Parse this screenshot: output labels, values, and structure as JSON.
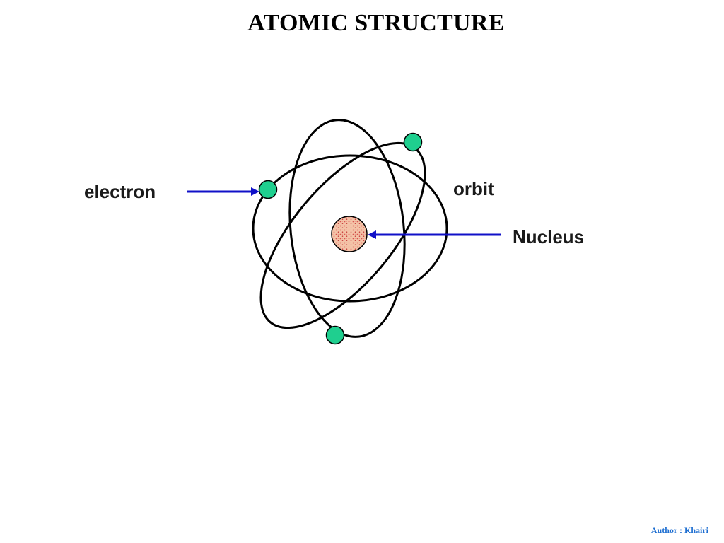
{
  "title": "ATOMIC STRUCTURE",
  "labels": {
    "electron": "electron",
    "orbit": "orbit",
    "nucleus": "Nucleus"
  },
  "footer": {
    "author": "Author : Khairi"
  },
  "colors": {
    "electron_fill": "#1fcf8f",
    "nucleus_fill": "#f4c3a8",
    "nucleus_dots": "#d9534f",
    "arrow": "#1010c8",
    "orbit_stroke": "#000000",
    "author_text": "#1f6fd1"
  },
  "diagram": {
    "orbit_count": 3,
    "electron_count": 3,
    "pointers": [
      "electron",
      "nucleus"
    ]
  }
}
